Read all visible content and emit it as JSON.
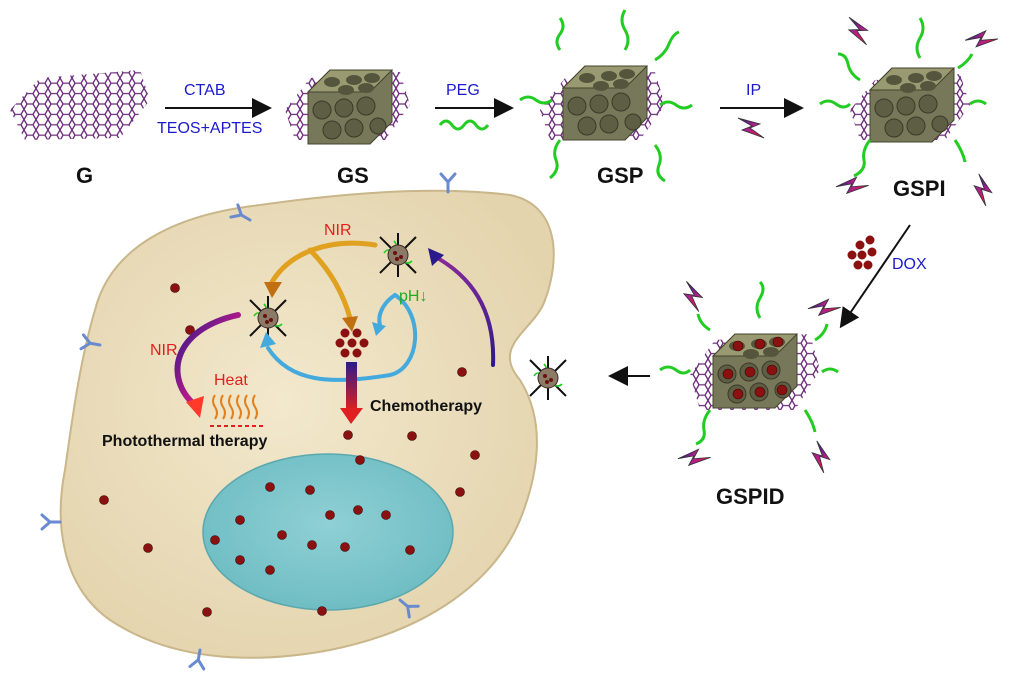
{
  "stages": {
    "g": "G",
    "gs": "GS",
    "gsp": "GSP",
    "gspi": "GSPI",
    "gspid": "GSPID"
  },
  "reagents": {
    "ctab": "CTAB",
    "teos_aptes": "TEOS+APTES",
    "peg": "PEG",
    "ip": "IP",
    "dox": "DOX"
  },
  "cell": {
    "nir_top": "NIR",
    "nir_left": "NIR",
    "heat": "Heat",
    "ph": "pH↓",
    "chemotherapy": "Chemotherapy",
    "photothermal": "Photothermal therapy"
  },
  "colors": {
    "reagent_text": "#1a1acc",
    "cell_body": "#ede0c0",
    "nucleus": "#7cc6cc",
    "dox_drug": "#8b1010",
    "peg_chain": "#22cc22",
    "graphene": "#6a2a7a",
    "silica": "#8a8a66"
  }
}
